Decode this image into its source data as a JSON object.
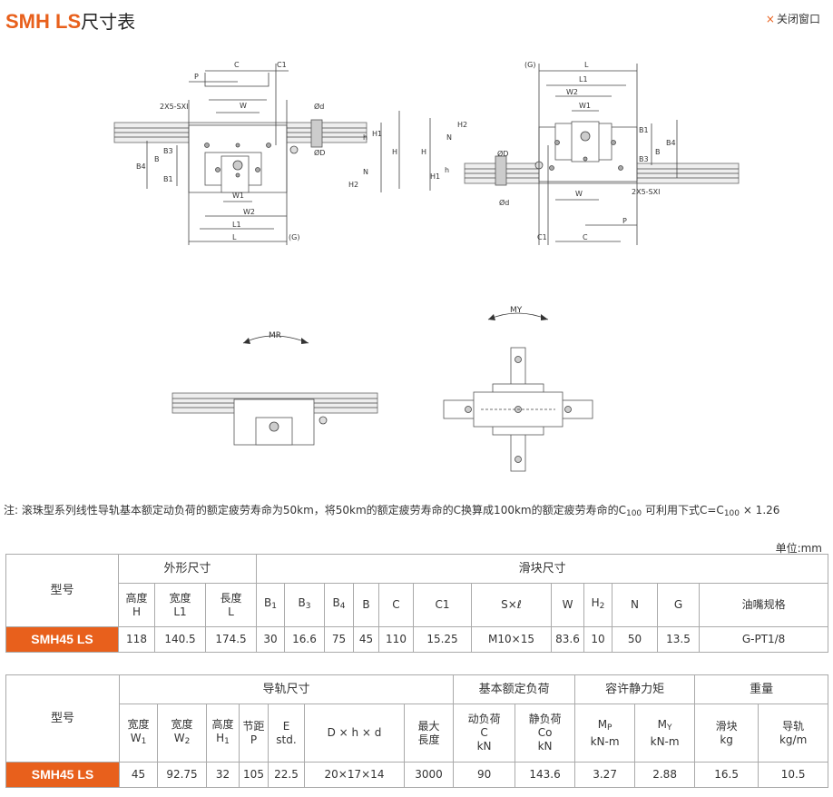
{
  "header": {
    "title_en": "SMH LS",
    "title_cn": "尺寸表",
    "close_label": "关闭窗口",
    "close_mark": "×"
  },
  "drawings": {
    "left_top": {
      "labels": [
        "C",
        "C1",
        "P",
        "2X5-SXI",
        "W",
        "Ød",
        "h",
        "H1",
        "H",
        "ØD",
        "B3",
        "B",
        "B4",
        "B1",
        "N",
        "H2",
        "W1",
        "W2",
        "L1",
        "L",
        "(G)"
      ]
    },
    "right_top": {
      "labels": [
        "(G)",
        "L",
        "L1",
        "W2",
        "W1",
        "H2",
        "N",
        "B1",
        "B4",
        "B",
        "B3",
        "ØD",
        "H",
        "H1",
        "h",
        "Ød",
        "W",
        "2X5-SXI",
        "P",
        "C1",
        "C"
      ]
    },
    "mr": "MR",
    "my": "MY"
  },
  "note": "注: 滚珠型系列线性导轨基本额定动负荷的额定疲劳寿命为50km，将50km的额定疲劳寿命的C换算成100km的额定疲劳寿命的C",
  "note_sub": "100",
  "note_mid": " 可利用下式C=C",
  "note_sub2": "100",
  "note_end": " × 1.26",
  "unit": "单位:mm",
  "table1": {
    "model_header": "型号",
    "outer_header": "外形尺寸",
    "block_header": "滑块尺寸",
    "cols": {
      "h1": "高度",
      "h2": "H",
      "l1a": "宽度",
      "l1b": "L1",
      "la": "長度",
      "lb": "L",
      "b1": "B",
      "b1s": "1",
      "b3": "B",
      "b3s": "3",
      "b4": "B",
      "b4s": "4",
      "b": "B",
      "c": "C",
      "c1": "C1",
      "sl": "S×ℓ",
      "w": "W",
      "h2a": "H",
      "h2s": "2",
      "n": "N",
      "g": "G",
      "oil": "油嘴规格"
    },
    "row": {
      "model": "SMH45 LS",
      "H": "118",
      "L1": "140.5",
      "L": "174.5",
      "B1": "30",
      "B3": "16.6",
      "B4": "75",
      "B": "45",
      "C": "110",
      "C1": "15.25",
      "SL": "M10×15",
      "W": "83.6",
      "H2": "10",
      "N": "50",
      "G": "13.5",
      "oil": "G-PT1/8"
    }
  },
  "table2": {
    "model_header": "型号",
    "rail_header": "导轨尺寸",
    "load_header": "基本额定负荷",
    "moment_header": "容许静力矩",
    "weight_header": "重量",
    "cols": {
      "w1a": "宽度",
      "w1b": "W",
      "w1s": "1",
      "w2a": "宽度",
      "w2b": "W",
      "w2s": "2",
      "h1a": "高度",
      "h1b": "H",
      "h1s": "1",
      "pa": "节距",
      "pb": "P",
      "ea": "E",
      "eb": "std.",
      "dhd": "D × h × d",
      "maxa": "最大",
      "maxb": "長度",
      "ca": "动负荷",
      "cb": "C",
      "cc": "kN",
      "coa": "静负荷",
      "cob": "Co",
      "coc": "kN",
      "mpa": "M",
      "mps": "P",
      "mpb": "kN-m",
      "mya": "M",
      "mys": "Y",
      "myb": "kN-m",
      "bwa": "滑块",
      "bwb": "kg",
      "rwa": "导轨",
      "rwb": "kg/m"
    },
    "row": {
      "model": "SMH45 LS",
      "W1": "45",
      "W2": "92.75",
      "H1": "32",
      "P": "105",
      "E": "22.5",
      "Dhd": "20×17×14",
      "max": "3000",
      "C": "90",
      "Co": "143.6",
      "MP": "3.27",
      "MY": "2.88",
      "block": "16.5",
      "rail": "10.5"
    }
  }
}
